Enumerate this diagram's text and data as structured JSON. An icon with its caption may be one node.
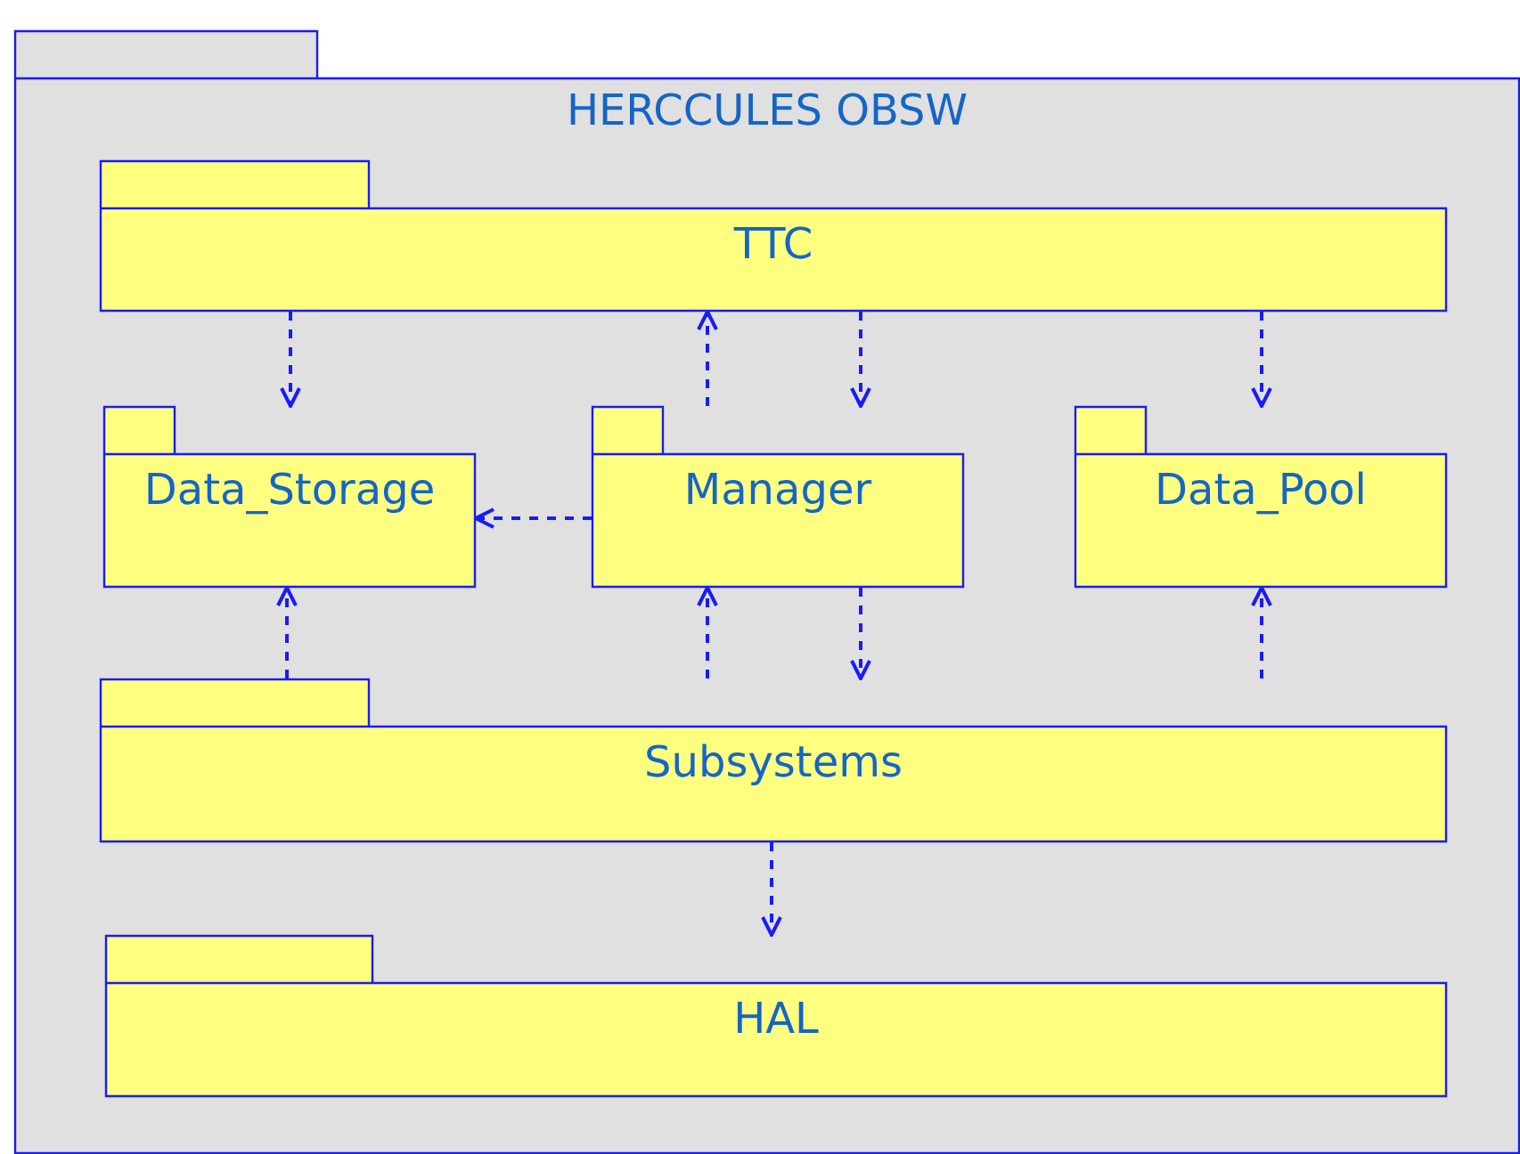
{
  "diagram": {
    "nodes": [
      {
        "text": [
          "HERCCULES OBSW"
        ]
      },
      {
        "text": [
          "TTC"
        ],
        "in": 0
      },
      {
        "text": [
          "Data_Storage"
        ],
        "in": 0
      },
      {
        "text": [
          "Manager"
        ],
        "in": 0
      },
      {
        "text": [
          "Data_Pool"
        ],
        "in": 0
      },
      {
        "text": [
          "Subsystems"
        ],
        "in": 0
      },
      {
        "text": [
          "HAL"
        ],
        "in": 0
      }
    ],
    "edges": [
      {
        "from": 1,
        "to": 2,
        "arrow": "to",
        "style": "dashed"
      },
      {
        "from": 3,
        "to": 1,
        "arrow": "to",
        "style": "dashed"
      },
      {
        "from": 1,
        "to": 3,
        "arrow": "to",
        "style": "dashed"
      },
      {
        "from": 1,
        "to": 4,
        "arrow": "to",
        "style": "dashed"
      },
      {
        "from": 3,
        "to": 2,
        "arrow": "to",
        "style": "dashed"
      },
      {
        "from": 5,
        "to": 2,
        "arrow": "to",
        "style": "dashed"
      },
      {
        "from": 5,
        "to": 3,
        "arrow": "to",
        "style": "dashed"
      },
      {
        "from": 3,
        "to": 5,
        "arrow": "to",
        "style": "dashed"
      },
      {
        "from": 5,
        "to": 4,
        "arrow": "to",
        "style": "dashed"
      },
      {
        "from": 5,
        "to": 6,
        "arrow": "to",
        "style": "dashed"
      }
    ]
  }
}
